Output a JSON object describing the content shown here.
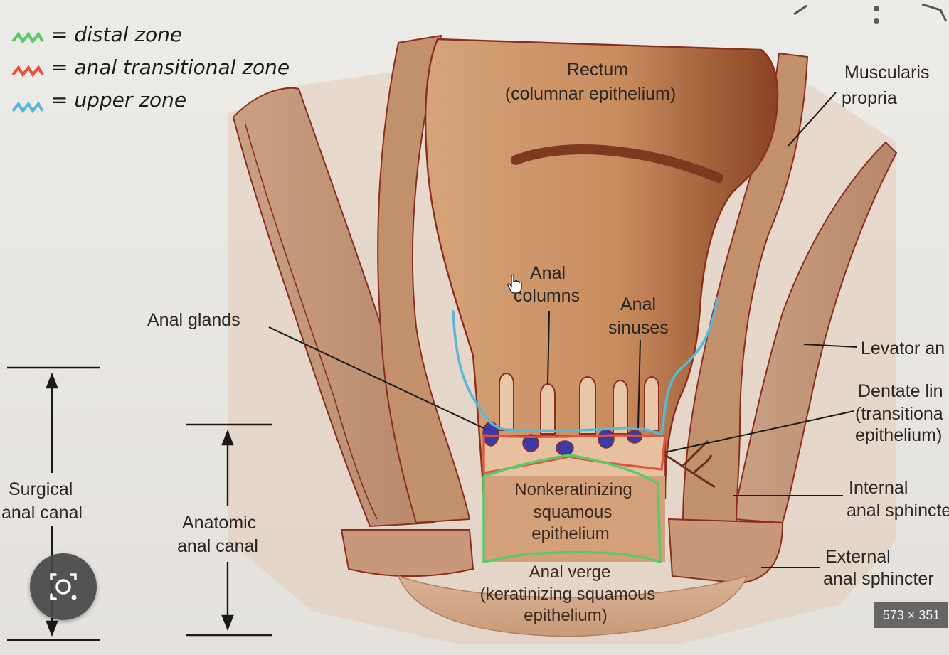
{
  "legend": {
    "distal_zone": "= distal zone",
    "transitional_zone": "= anal transitional zone",
    "upper_zone": "= upper zone",
    "colors": {
      "green": "#5cc86a",
      "red": "#e0533f",
      "blue": "#5ab8d6"
    }
  },
  "labels": {
    "rectum": "Rectum",
    "rectum_sub": "(columnar epithelium)",
    "muscularis_1": "Muscularis",
    "muscularis_2": "propria",
    "anal_glands": "Anal glands",
    "anal_columns_1": "Anal",
    "anal_columns_2": "columns",
    "anal_sinuses_1": "Anal",
    "anal_sinuses_2": "sinuses",
    "levator": "Levator an",
    "dentate_1": "Dentate lin",
    "dentate_2": "(transitiona",
    "dentate_3": "epithelium)",
    "internal_1": "Internal",
    "internal_2": "anal sphincte",
    "external_1": "External",
    "external_2": "anal sphincter",
    "nonker_1": "Nonkeratinizing",
    "nonker_2": "squamous",
    "nonker_3": "epithelium",
    "verge_1": "Anal verge",
    "verge_2": "(keratinizing squamous",
    "verge_3": "epithelium)",
    "surgical_1": "Surgical",
    "surgical_2": "anal canal",
    "anatomic_1": "Anatomic",
    "anatomic_2": "anal canal"
  },
  "overlay": {
    "dimensions": "573 × 351",
    "icons": {
      "lens": "google-lens-icon",
      "menu": "more-vert-icon",
      "cursor": "hand-pointer-icon"
    }
  },
  "colors": {
    "tissue_light": "#d9a982",
    "tissue_mid": "#c48a5e",
    "tissue_dark": "#8e4a2a",
    "outline": "#8a2f1f"
  }
}
